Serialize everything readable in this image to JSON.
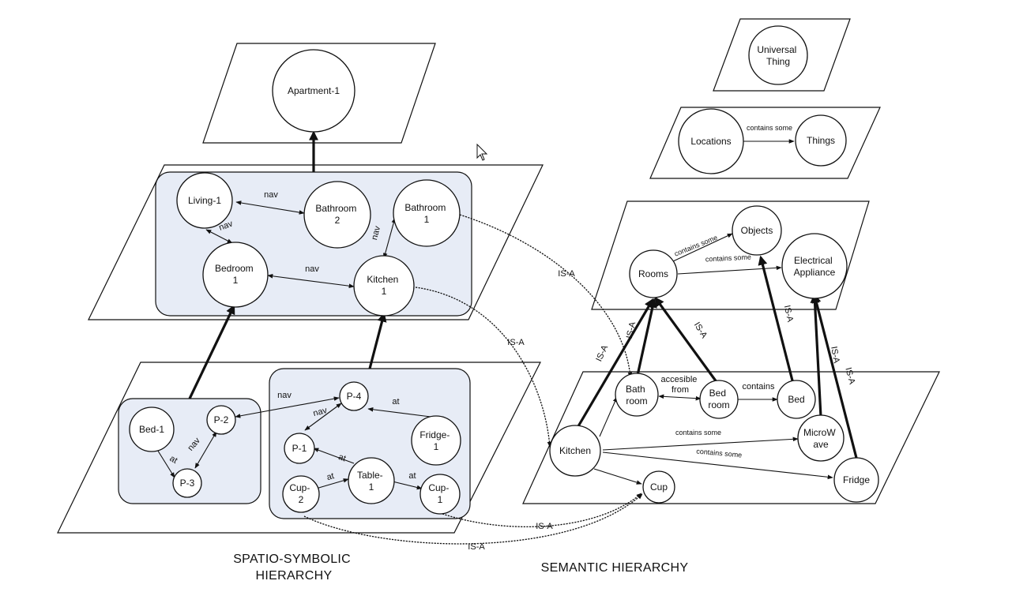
{
  "captions": {
    "spatial": [
      "SPATIO-SYMBOLIC",
      "HIERARCHY"
    ],
    "semantic": "SEMANTIC HIERARCHY"
  },
  "nodes": {
    "apartment": "Apartment-1",
    "living": "Living-1",
    "bath2": [
      "Bathroom",
      "2"
    ],
    "bath1": [
      "Bathroom",
      "1"
    ],
    "bedroom": [
      "Bedroom",
      "1"
    ],
    "kitchen1": [
      "Kitchen",
      "1"
    ],
    "bed1": "Bed-1",
    "p2": "P-2",
    "p3": "P-3",
    "p4": "P-4",
    "p1": "P-1",
    "fridge1": [
      "Fridge-",
      "1"
    ],
    "cup2": [
      "Cup-",
      "2"
    ],
    "table1": [
      "Table-",
      "1"
    ],
    "cup1": [
      "Cup-",
      "1"
    ],
    "universal": [
      "Universal",
      "Thing"
    ],
    "locations": "Locations",
    "things": "Things",
    "objects": "Objects",
    "rooms": "Rooms",
    "electrical": [
      "Electrical",
      "Appliance"
    ],
    "s_bath": [
      "Bath",
      "room"
    ],
    "s_bed": [
      "Bed",
      "room"
    ],
    "s_bedobj": "Bed",
    "s_kitchen": "Kitchen",
    "s_micro": [
      "MicroW",
      "ave"
    ],
    "s_fridge": "Fridge",
    "s_cup": "Cup"
  },
  "edges": {
    "nav": "nav",
    "at": "at",
    "is_a": "IS-A",
    "contains_some": "contains some",
    "contains": "contains",
    "accessible_from": [
      "accesible",
      "from"
    ]
  }
}
